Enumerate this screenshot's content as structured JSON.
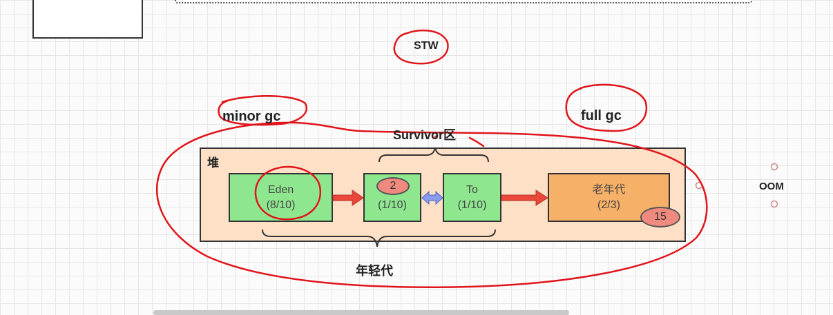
{
  "stw": "STW",
  "minor_gc": "minor gc",
  "full_gc": "full gc",
  "survivor_label": "Survivor区",
  "young_gen_label": "年轻代",
  "heap_label": "堆",
  "oom": "OOM",
  "eden": {
    "name": "Eden",
    "ratio": "(8/10)"
  },
  "from": {
    "badge": "2",
    "ratio": "(1/10)"
  },
  "to": {
    "name": "To",
    "ratio": "(1/10)"
  },
  "old_gen": {
    "name": "老年代",
    "ratio": "(2/3)",
    "badge": "15"
  },
  "colors": {
    "heap_bg": "#fde0c6",
    "young_box": "#8ee68f",
    "old_box": "#f7b067",
    "arrow_red": "#e8473a",
    "arrow_blue": "#8a9cf0",
    "annotation_red": "#e0141a"
  }
}
